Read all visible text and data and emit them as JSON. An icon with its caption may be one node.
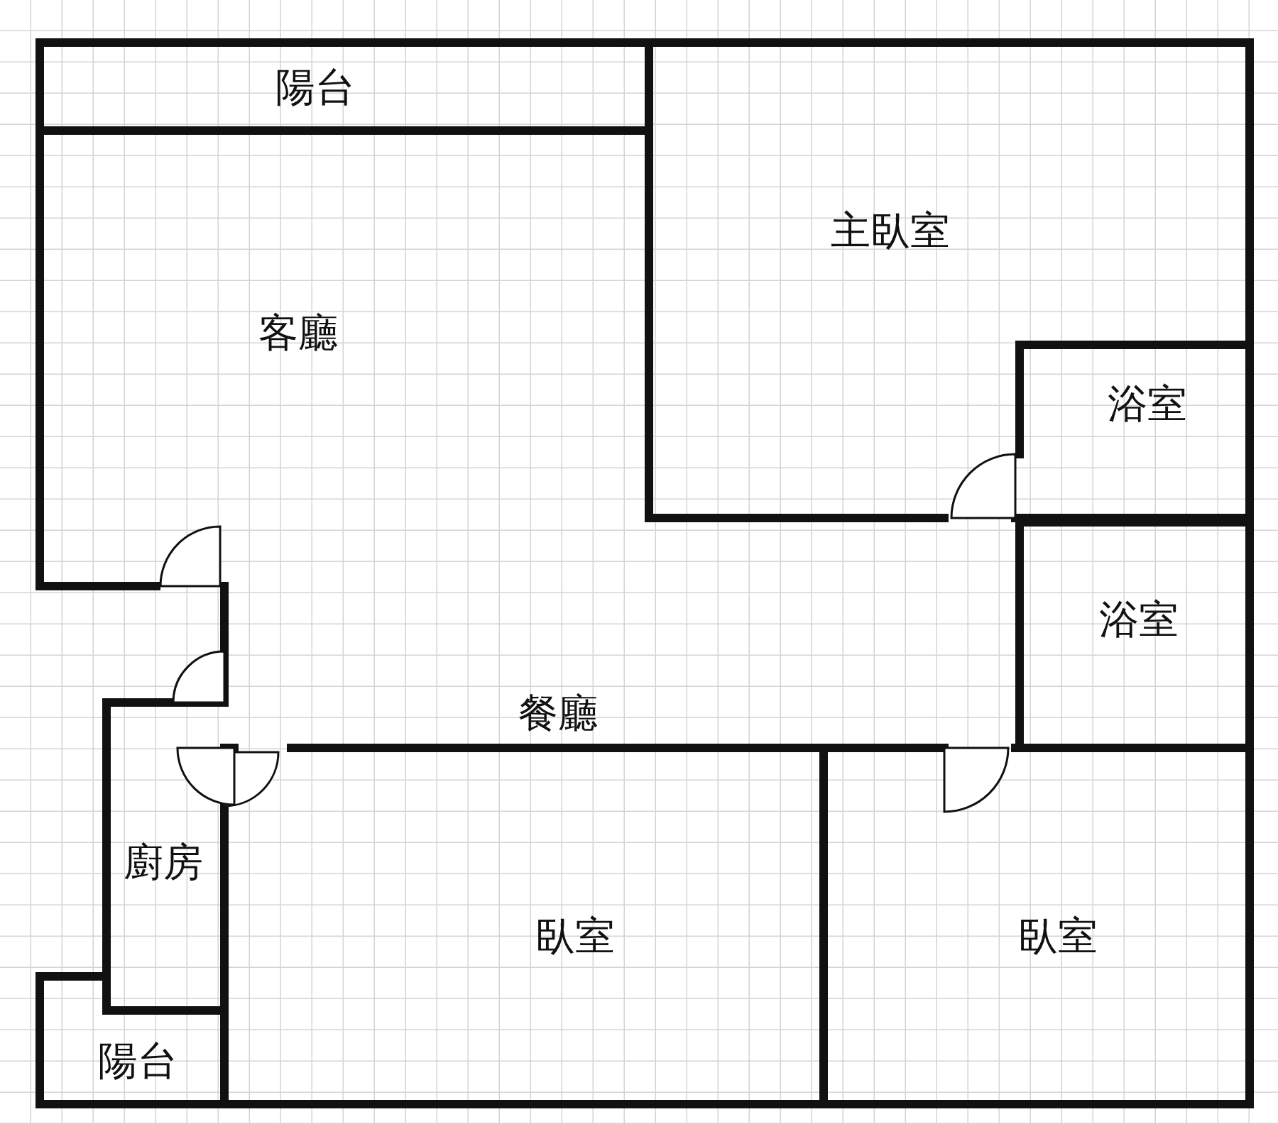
{
  "diagram": {
    "nodes": [
      {
        "text": [
          "陽台"
        ]
      },
      {
        "text": [
          "主臥室"
        ]
      },
      {
        "text": [
          "客廳"
        ]
      },
      {
        "text": [
          "浴室"
        ]
      },
      {
        "text": [
          "浴室"
        ]
      },
      {
        "text": [
          "餐廳"
        ]
      },
      {
        "text": [
          "廚房"
        ]
      },
      {
        "text": [
          "臥室"
        ]
      },
      {
        "text": [
          "臥室"
        ]
      },
      {
        "text": [
          "陽台"
        ]
      }
    ]
  }
}
